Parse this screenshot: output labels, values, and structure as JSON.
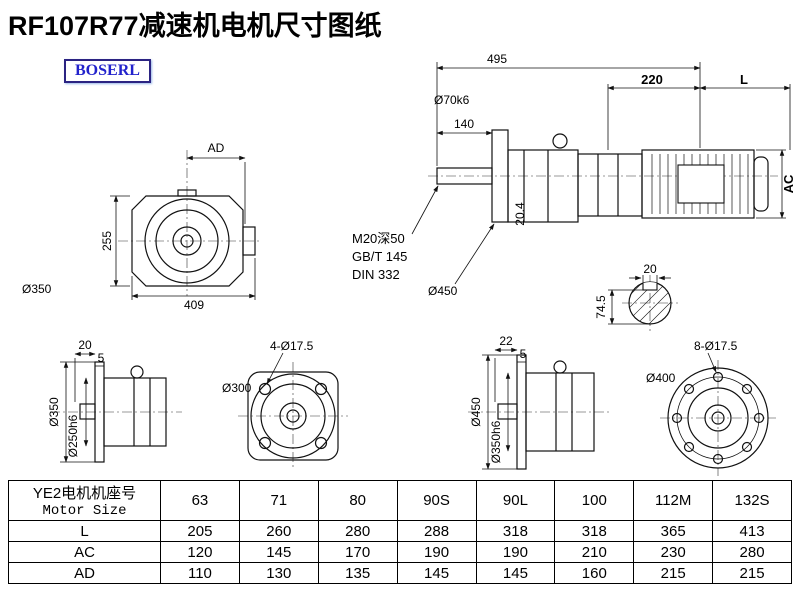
{
  "page": {
    "title": "RF107R77减速机电机尺寸图纸",
    "logo": "BOSERL"
  },
  "colors": {
    "logo_text": "#2222cc",
    "logo_border": "#2b2382",
    "ink": "#111111",
    "background": "#ffffff"
  },
  "views": {
    "front": {
      "dim_ad": "AD",
      "dim_height": "255",
      "dim_width": "409",
      "dim_flange": "Ø350"
    },
    "side": {
      "dim_overall": "495",
      "dim_shaft_len": "140",
      "dim_shaft_dia": "Ø70k6",
      "dim_adapter": "220",
      "dim_motor_len": "L",
      "dim_motor_dia": "AC",
      "dim_key_height": "20.4",
      "note_line1": "M20深50",
      "note_line2": "GB/T 145",
      "note_line3": "DIN 332",
      "dim_flange": "Ø450",
      "dim_key_width": "20",
      "dim_key_depth": "74.5"
    },
    "flange_small_side": {
      "dim_shaft_ext": "20",
      "dim_flange_thk": "5",
      "dim_flange_od": "Ø350",
      "dim_spigot": "Ø250h6"
    },
    "flange_small_front": {
      "holes": "4-Ø17.5",
      "dim_bolt_circle": "Ø300"
    },
    "flange_large_side": {
      "dim_shaft_ext": "22",
      "dim_flange_thk": "5",
      "dim_flange_od": "Ø450",
      "dim_spigot": "Ø350h6"
    },
    "flange_large_front": {
      "holes": "8-Ø17.5",
      "dim_bolt_circle": "Ø400"
    }
  },
  "table": {
    "header_cn": "YE2电机机座号",
    "header_en": "Motor Size",
    "sizes": [
      "63",
      "71",
      "80",
      "90S",
      "90L",
      "100",
      "112M",
      "132S"
    ],
    "rows": [
      {
        "label": "L",
        "values": [
          "205",
          "260",
          "280",
          "288",
          "318",
          "318",
          "365",
          "413"
        ]
      },
      {
        "label": "AC",
        "values": [
          "120",
          "145",
          "170",
          "190",
          "190",
          "210",
          "230",
          "280"
        ]
      },
      {
        "label": "AD",
        "values": [
          "110",
          "130",
          "135",
          "145",
          "145",
          "160",
          "215",
          "215"
        ]
      }
    ]
  }
}
